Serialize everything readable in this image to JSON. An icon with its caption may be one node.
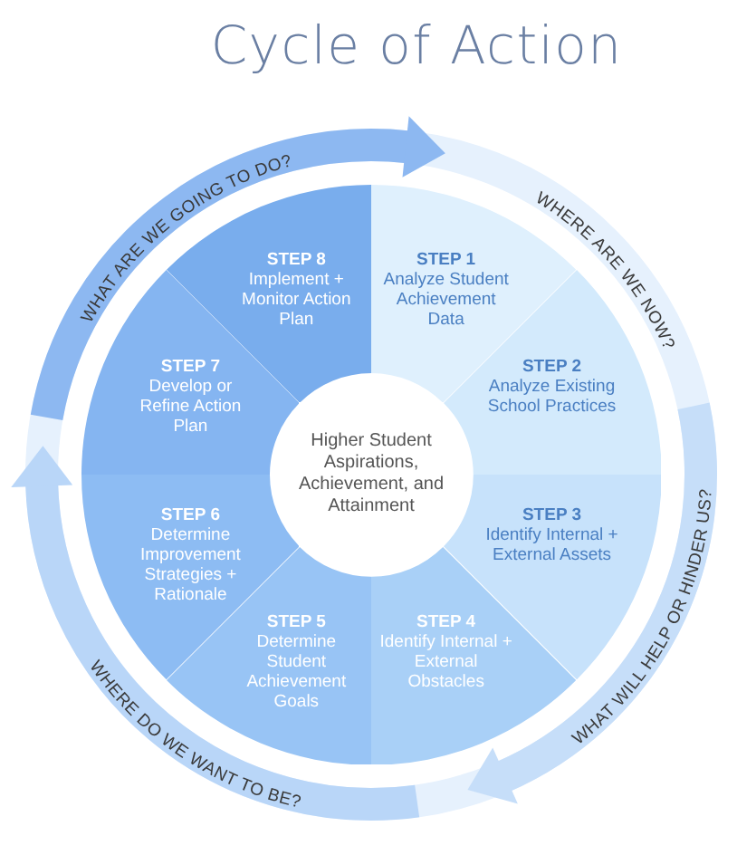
{
  "diagram": {
    "title": "Cycle of Action",
    "nodes": [
      {
        "text": [
          "STEP 1",
          "Analyze Student Achievement Data"
        ]
      },
      {
        "text": [
          "STEP 2",
          "Analyze Existing School Practices"
        ]
      },
      {
        "text": [
          "STEP 3",
          "Identify Internal + External Assets"
        ]
      },
      {
        "text": [
          "STEP 4",
          "Identify Internal + External Obstacles"
        ]
      },
      {
        "text": [
          "STEP 5",
          "Determine Student Achievement Goals"
        ]
      },
      {
        "text": [
          "STEP 6",
          "Determine Improvement Strategies + Rationale"
        ]
      },
      {
        "text": [
          "STEP 7",
          "Develop or Refine Action Plan"
        ]
      },
      {
        "text": [
          "STEP 8",
          "Implement + Monitor Action Plan"
        ]
      },
      {
        "text": [
          "Higher Student Aspirations, Achievement, and Attainment"
        ]
      }
    ],
    "labels": [
      "WHAT ARE WE GOING TO DO?",
      "WHERE ARE WE NOW?",
      "WHAT WILL HELP OR HINDER US?",
      "WHERE DO WE WANT TO BE?"
    ]
  }
}
